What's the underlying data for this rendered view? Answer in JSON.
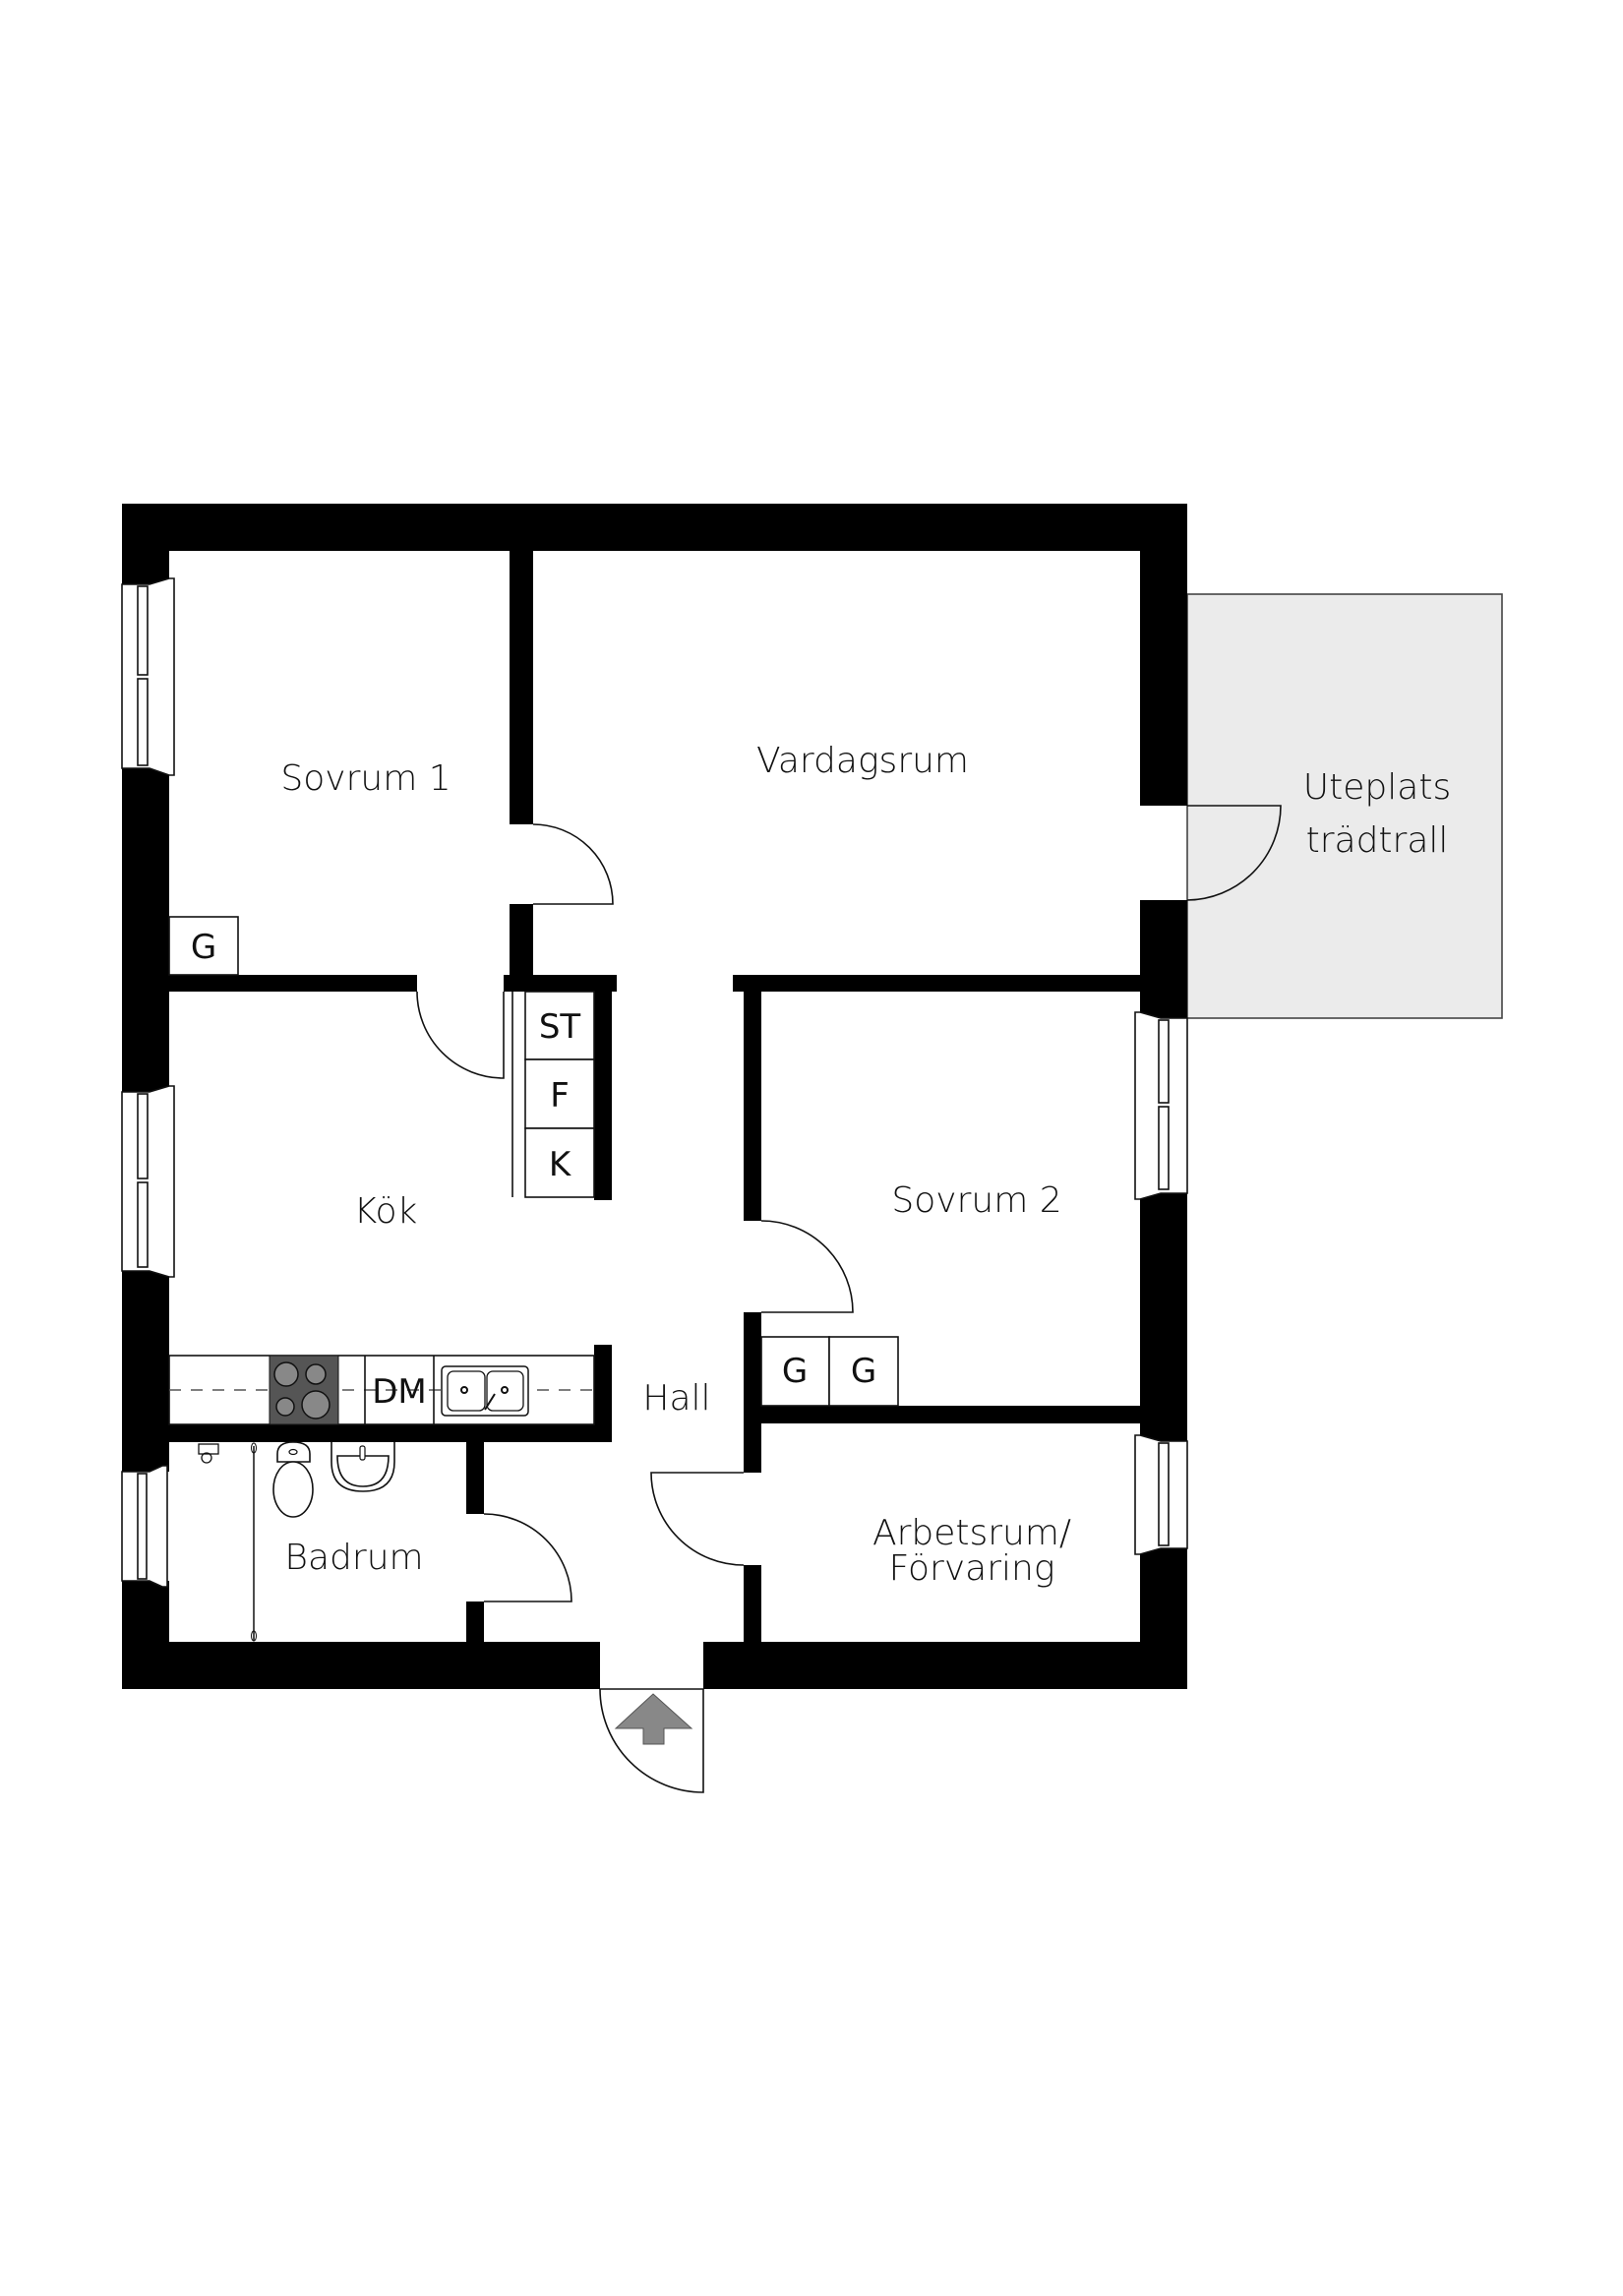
{
  "plan": {
    "colors": {
      "wall": "#000000",
      "background": "#ffffff",
      "terrace_fill": "#EBEBEB",
      "cooktop": "#555555",
      "burner": "#888888",
      "entrance_arrow": "#888888"
    },
    "rooms": {
      "sovrum1": "Sovrum 1",
      "vardagsrum": "Vardagsrum",
      "uteplats_line1": "Uteplats",
      "uteplats_line2": "trädtrall",
      "kok": "Kök",
      "sovrum2": "Sovrum 2",
      "hall": "Hall",
      "badrum": "Badrum",
      "arbetsrum_line1": "Arbetsrum/",
      "arbetsrum_line2": "Förvaring"
    },
    "fixtures": {
      "sovrum1_wardrobe": "G",
      "sovrum2_wardrobe_1": "G",
      "sovrum2_wardrobe_2": "G",
      "kitchen_cabinet_st": "ST",
      "kitchen_cabinet_f": "F",
      "kitchen_cabinet_k": "K",
      "dishwasher": "DM"
    },
    "icons": {
      "entrance": "entrance-arrow-up",
      "cooktop": "four-burner-cooktop",
      "sink": "double-sink",
      "toilet": "toilet",
      "washbasin": "washbasin",
      "shower": "shower-mixer"
    }
  }
}
